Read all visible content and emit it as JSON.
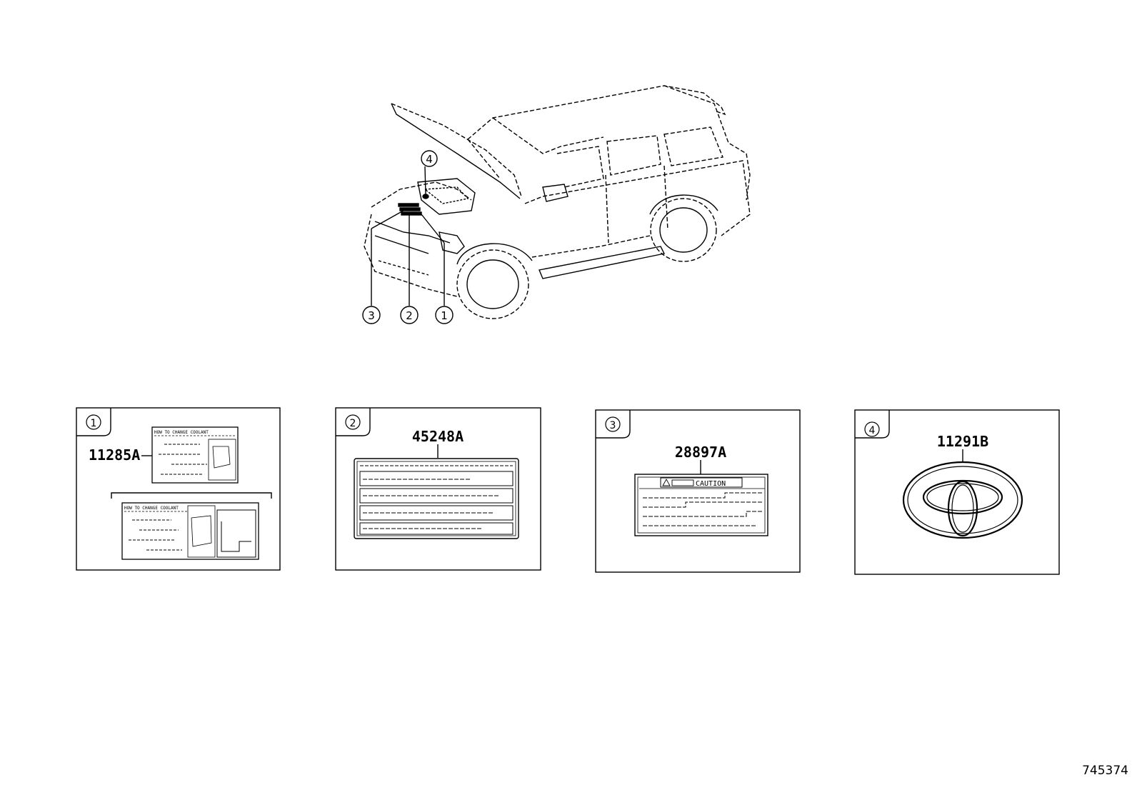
{
  "callouts": [
    "1",
    "2",
    "3",
    "4"
  ],
  "panels": [
    {
      "index": "1",
      "part_number": "11285A",
      "label_heading": "HOW TO CHANGE COOLANT",
      "label_heading_2": "HOW TO CHANGE COOLANT"
    },
    {
      "index": "2",
      "part_number": "45248A"
    },
    {
      "index": "3",
      "part_number": "28897A",
      "caution_text": "CAUTION"
    },
    {
      "index": "4",
      "part_number": "11291B"
    }
  ],
  "diagram_id": "745374"
}
